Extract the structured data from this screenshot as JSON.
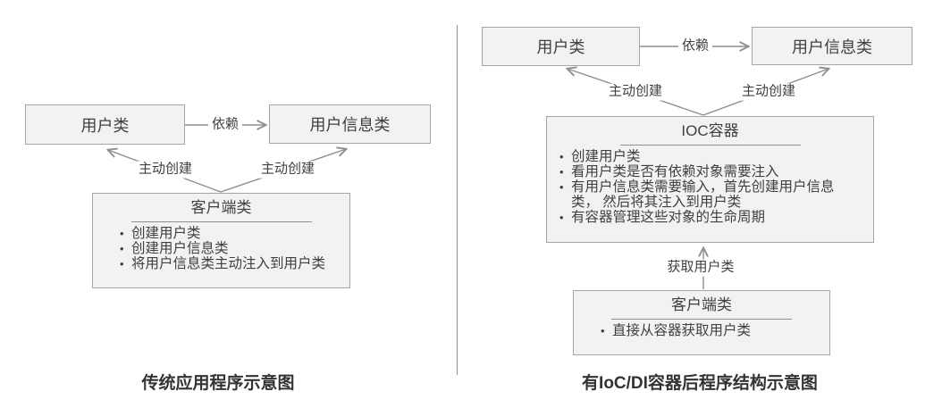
{
  "left": {
    "caption": "传统应用程序示意图",
    "user_class": {
      "title": "用户类"
    },
    "userinfo_class": {
      "title": "用户信息类"
    },
    "depends_label": "依赖",
    "create_left_label": "主动创建",
    "create_right_label": "主动创建",
    "client_class": {
      "title": "客户端类",
      "items": [
        "创建用户类",
        "创建用户信息类",
        "将用户信息类主动注入到用户类"
      ]
    }
  },
  "right": {
    "caption": "有IoC/DI容器后程序结构示意图",
    "user_class": {
      "title": "用户类"
    },
    "userinfo_class": {
      "title": "用户信息类"
    },
    "depends_label": "依赖",
    "create_left_label": "主动创建",
    "create_right_label": "主动创建",
    "ioc_container": {
      "title": "IOC容器",
      "items": [
        "创建用户类",
        "看用户类是否有依赖对象需要注入",
        "有用户信息类需要输入，首先创建用户信息类， 然后将其注入到用户类",
        "有容器管理这些对象的生命周期"
      ]
    },
    "get_user_label": "获取用户类",
    "client_class": {
      "title": "客户端类",
      "items": [
        "直接从容器获取用户类"
      ]
    }
  },
  "colors": {
    "box_fill": "#f2f2f2",
    "box_border": "#a6a6a6",
    "line": "#8f8f8f",
    "text": "#404040",
    "caption": "#333333"
  }
}
